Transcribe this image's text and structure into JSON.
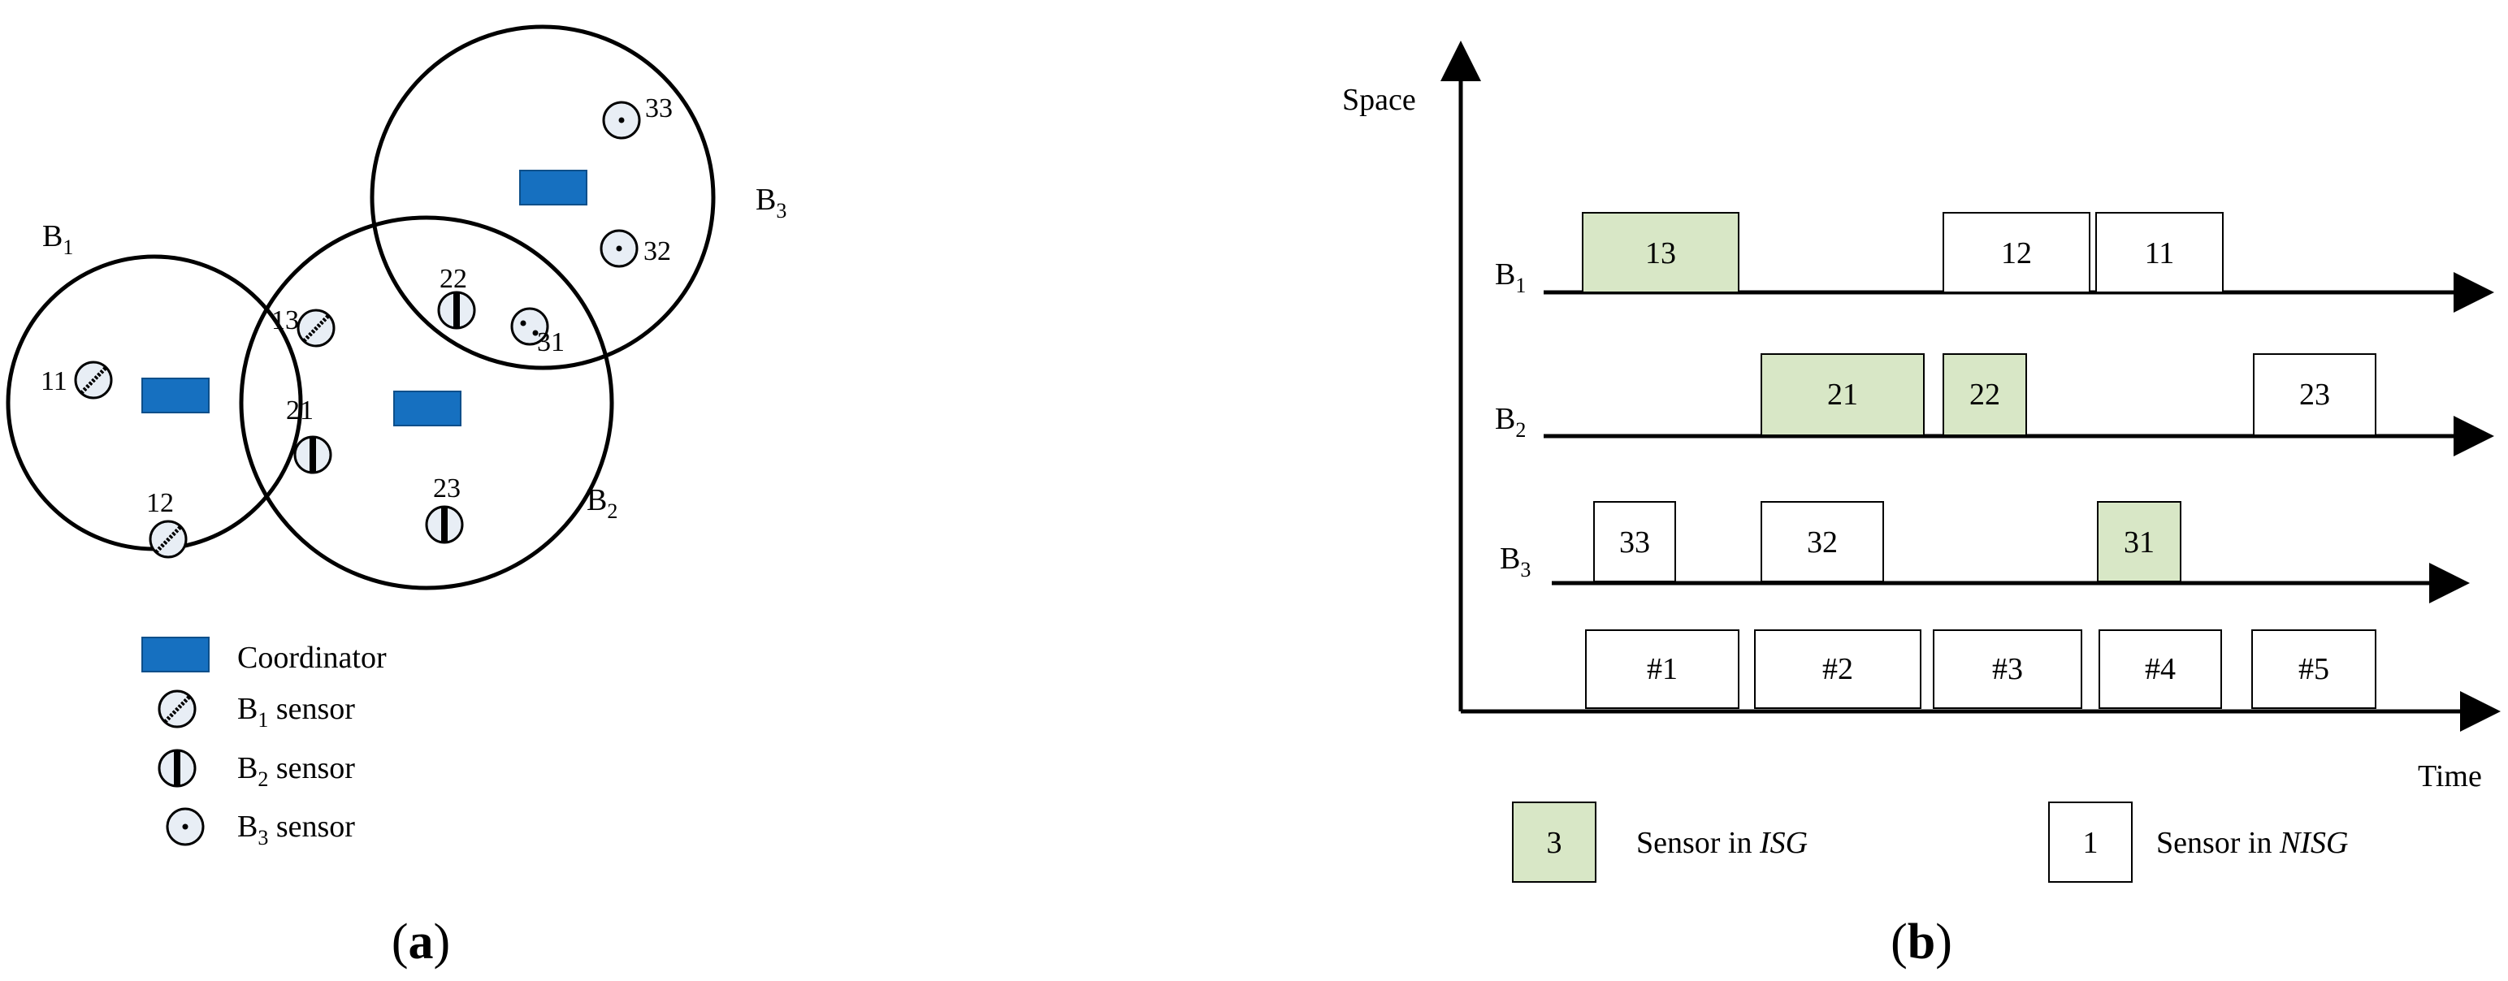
{
  "panel_a": {
    "bans": [
      {
        "id": "b1",
        "label": "B",
        "sub": "1"
      },
      {
        "id": "b2",
        "label": "B",
        "sub": "2"
      },
      {
        "id": "b3",
        "label": "B",
        "sub": "3"
      }
    ],
    "sensors": [
      {
        "id": "11",
        "label": "11",
        "type": "b1"
      },
      {
        "id": "12",
        "label": "12",
        "type": "b1"
      },
      {
        "id": "13",
        "label": "13",
        "type": "b1"
      },
      {
        "id": "21",
        "label": "21",
        "type": "b2"
      },
      {
        "id": "22",
        "label": "22",
        "type": "b2"
      },
      {
        "id": "23",
        "label": "23",
        "type": "b2"
      },
      {
        "id": "31",
        "label": "31",
        "type": "b3"
      },
      {
        "id": "32",
        "label": "32",
        "type": "b3"
      },
      {
        "id": "33",
        "label": "33",
        "type": "b3"
      }
    ],
    "legend": {
      "coordinator": "Coordinator",
      "b1_pre": "B",
      "b1_sub": "1",
      "b1_post": " sensor",
      "b2_pre": "B",
      "b2_sub": "2",
      "b2_post": " sensor",
      "b3_pre": "B",
      "b3_sub": "3",
      "b3_post": " sensor"
    },
    "caption_open": "(",
    "caption_letter": "a",
    "caption_close": ")"
  },
  "panel_b": {
    "y_axis_label": "Space",
    "x_axis_label": "Time",
    "rows": [
      {
        "label": "B",
        "sub": "1"
      },
      {
        "label": "B",
        "sub": "2"
      },
      {
        "label": "B",
        "sub": "3"
      }
    ],
    "slots": [
      {
        "row": 0,
        "label": "13",
        "group": "ISG"
      },
      {
        "row": 0,
        "label": "12",
        "group": "NISG"
      },
      {
        "row": 0,
        "label": "11",
        "group": "NISG"
      },
      {
        "row": 1,
        "label": "21",
        "group": "ISG"
      },
      {
        "row": 1,
        "label": "22",
        "group": "ISG"
      },
      {
        "row": 1,
        "label": "23",
        "group": "NISG"
      },
      {
        "row": 2,
        "label": "33",
        "group": "NISG"
      },
      {
        "row": 2,
        "label": "32",
        "group": "NISG"
      },
      {
        "row": 2,
        "label": "31",
        "group": "ISG"
      }
    ],
    "time_slots": [
      "#1",
      "#2",
      "#3",
      "#4",
      "#5"
    ],
    "legend": {
      "isg_box": "3",
      "isg_text_pre": "Sensor in ",
      "isg_text_em": "ISG",
      "nisg_box": "1",
      "nisg_text_pre": "Sensor in ",
      "nisg_text_em": "NISG"
    },
    "caption_open": "(",
    "caption_letter": "b",
    "caption_close": ")"
  },
  "colors": {
    "coordinator": "#1670c0",
    "isg_fill": "#d8e7c6",
    "nisg_fill": "#ffffff",
    "sensor_fill": "#e8eef5"
  }
}
